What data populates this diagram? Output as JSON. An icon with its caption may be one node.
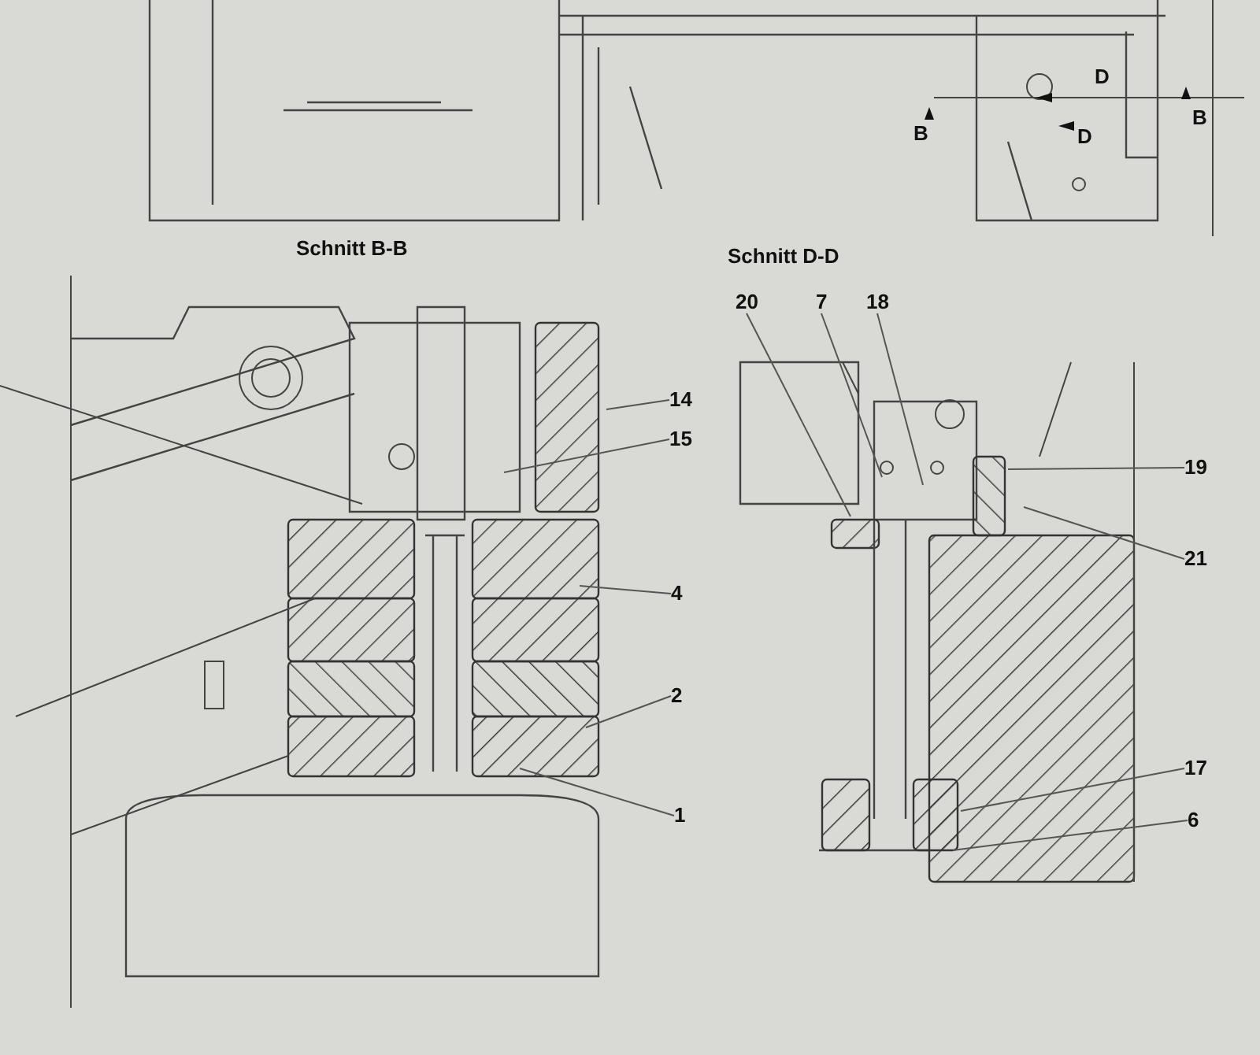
{
  "diagram": {
    "nodes": [
      {
        "text": [
          "14"
        ]
      },
      {
        "text": [
          "15"
        ]
      },
      {
        "text": [
          "4"
        ]
      },
      {
        "text": [
          "2"
        ]
      },
      {
        "text": [
          "1"
        ]
      },
      {
        "text": [
          "20"
        ]
      },
      {
        "text": [
          "7"
        ]
      },
      {
        "text": [
          "18"
        ]
      },
      {
        "text": [
          "19"
        ]
      },
      {
        "text": [
          "21"
        ]
      },
      {
        "text": [
          "17"
        ]
      },
      {
        "text": [
          "6"
        ]
      }
    ],
    "edges": [
      {
        "from": 0,
        "to": null,
        "arrow": "none"
      },
      {
        "from": 1,
        "to": null,
        "arrow": "none"
      },
      {
        "from": 2,
        "to": null,
        "arrow": "none"
      },
      {
        "from": 3,
        "to": null,
        "arrow": "none"
      },
      {
        "from": 4,
        "to": null,
        "arrow": "none"
      },
      {
        "from": 5,
        "to": null,
        "arrow": "none"
      },
      {
        "from": 6,
        "to": null,
        "arrow": "none"
      },
      {
        "from": 7,
        "to": null,
        "arrow": "none"
      },
      {
        "from": 8,
        "to": null,
        "arrow": "none"
      },
      {
        "from": 9,
        "to": null,
        "arrow": "none"
      },
      {
        "from": 10,
        "to": null,
        "arrow": "none"
      },
      {
        "from": 11,
        "to": null,
        "arrow": "none"
      }
    ],
    "labels": [
      "D",
      "B",
      "B",
      "D",
      "Schnitt B-B",
      "Schnitt D-D"
    ]
  }
}
